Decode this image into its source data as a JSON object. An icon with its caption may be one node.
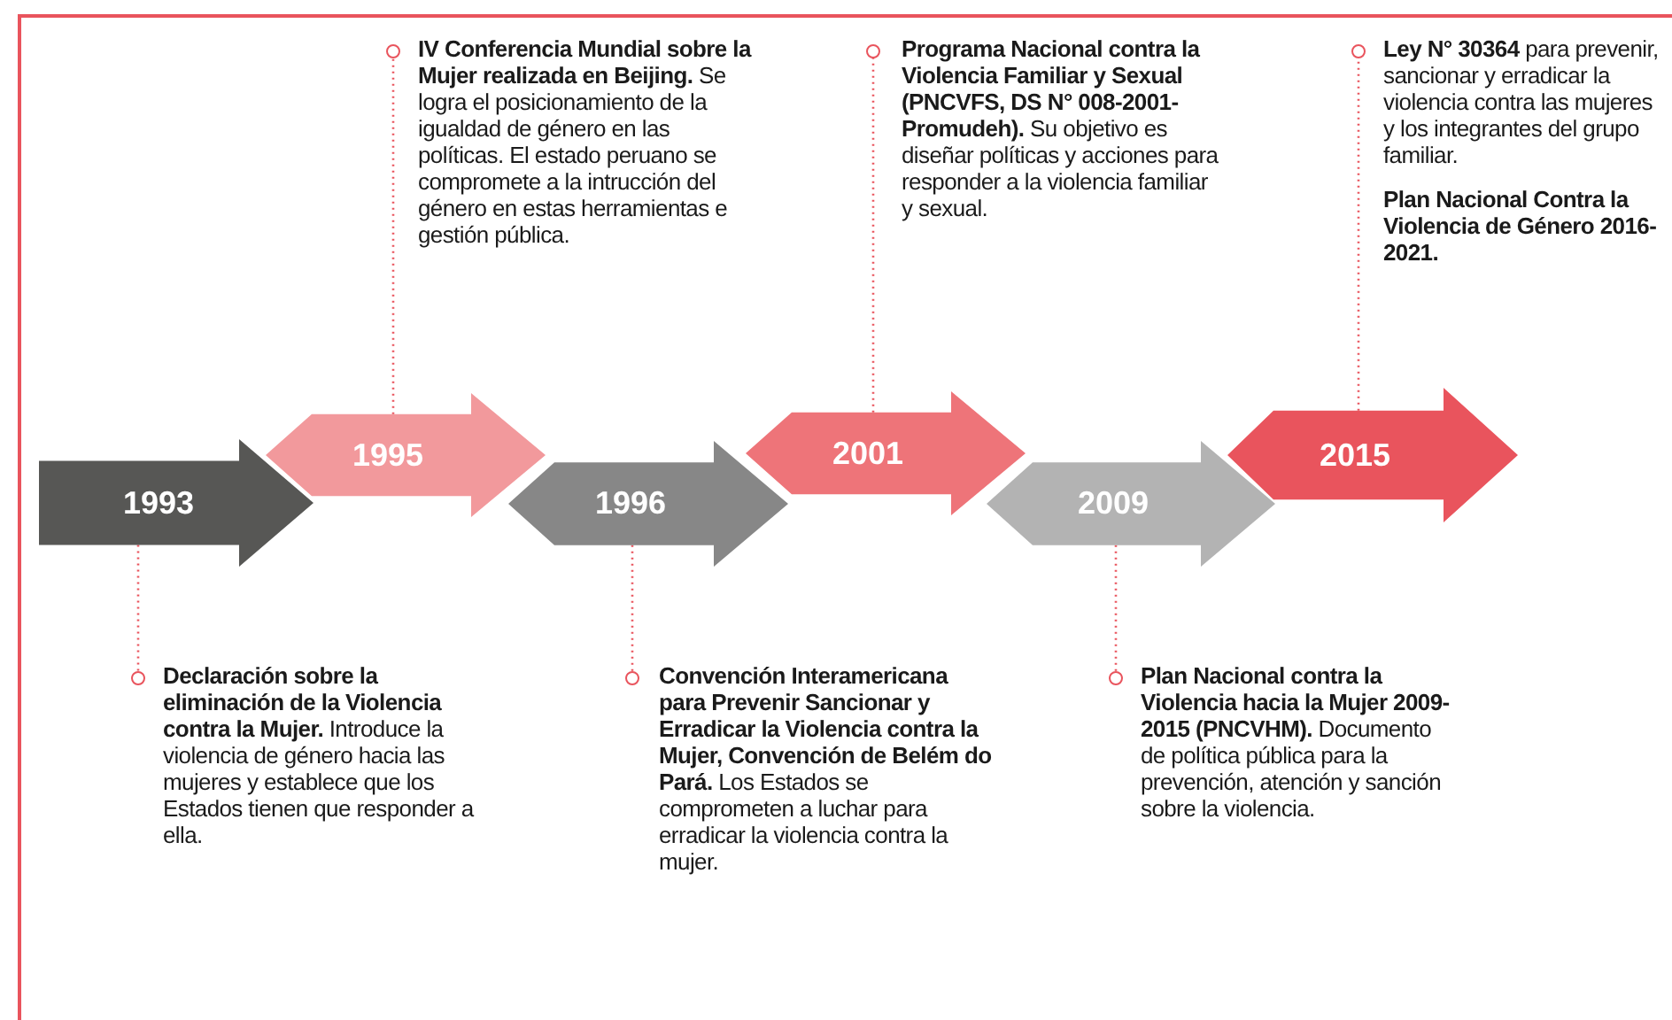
{
  "diagram": {
    "nodes": [
      {
        "text": [
          "1993"
        ]
      },
      {
        "text": [
          "1995"
        ]
      },
      {
        "text": [
          "1996"
        ]
      },
      {
        "text": [
          "2001"
        ]
      },
      {
        "text": [
          "2009"
        ]
      },
      {
        "text": [
          "2015"
        ]
      },
      {
        "text": [
          "**Declaración sobre la eliminación de la Violencia contra la Mujer.** Introduce la violencia de género hacia las mujeres y establece que los Estados tienen que responder a ella."
        ]
      },
      {
        "text": [
          "**IV Conferencia Mundial sobre la Mujer realizada en Beijing.** Se logra el posicionamiento de la igualdad de género en las políticas. El estado peruano se compromete a la intrucción del género en estas herramientas e gestión pública."
        ]
      },
      {
        "text": [
          "**Convención Interamericana para Prevenir Sancionar y Erradicar la Violencia contra la Mujer, Convención de Belém do Pará.** Los Estados se comprometen a luchar para erradicar la violencia contra la mujer."
        ]
      },
      {
        "text": [
          "**Programa Nacional contra la Violencia Familiar y Sexual (PNCVFS, DS N° 008-2001-Promudeh).** Su objetivo es diseñar políticas y acciones para responder a la violencia familiar y sexual."
        ]
      },
      {
        "text": [
          "**Plan Nacional contra la Violencia hacia la Mujer 2009-2015 (PNCVHM).** Documento de política pública para la prevención, atención y sanción sobre la violencia."
        ]
      },
      {
        "text": [
          "**Ley N° 30364** para prevenir, sancionar y erradicar la violencia contra las mujeres y los integrantes del grupo familiar.",
          "Plan Nacional Contra la Violencia de Género 2016-2021."
        ]
      }
    ],
    "edges": [
      {
        "from": 0,
        "to": 6,
        "arrow": "other",
        "style": "dashed"
      },
      {
        "from": 1,
        "to": 7,
        "arrow": "other",
        "style": "dashed"
      },
      {
        "from": 2,
        "to": 8,
        "arrow": "other",
        "style": "dashed"
      },
      {
        "from": 3,
        "to": 9,
        "arrow": "other",
        "style": "dashed"
      },
      {
        "from": 4,
        "to": 10,
        "arrow": "other",
        "style": "dashed"
      },
      {
        "from": 5,
        "to": 11,
        "arrow": "other",
        "style": "dashed"
      }
    ]
  }
}
